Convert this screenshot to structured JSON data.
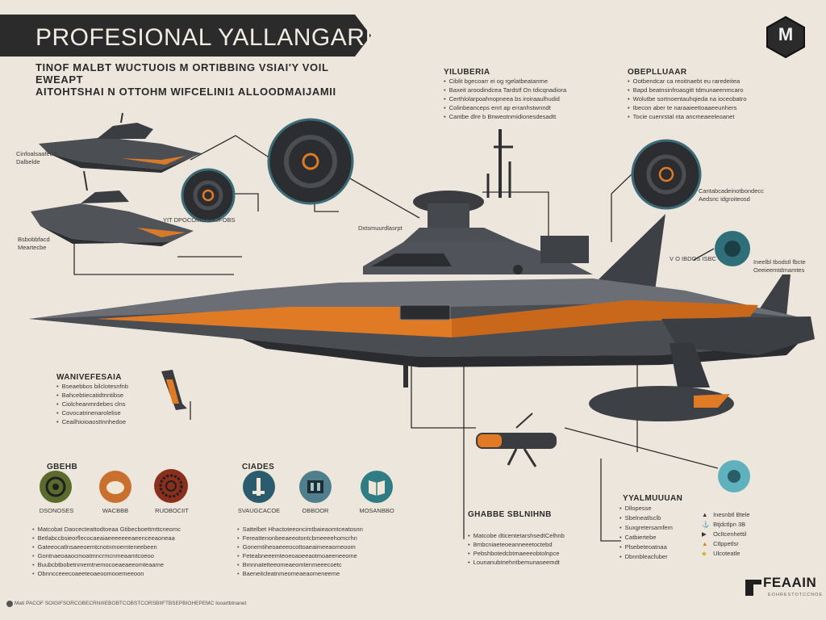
{
  "header": {
    "title": "PROFESIONAL YALLANGARI",
    "subtitle_line1": "TINOF MALBT WUCTUOIS  M ORTIBBING VSIAI'Y VOIL EWEAPT",
    "subtitle_line2": "AITOHTSHAI N OTTOHM WIFCELINI1 ALLOODMAIJAMII",
    "logo_text": "M"
  },
  "top_blocks": [
    {
      "heading": "YILUBERIA",
      "lines": [
        "Ciblit bgecoarr ei og rgelatbeatanme",
        "Baxeit aroodindcea  Tardstf On tdicqnadiora",
        "Certhlolarpoahnopneea bs iroiraaulhudid",
        "Colinbeanceps enrt ap erranhstwnndt",
        "Cantbe  dlre b Bnweotnmidionesdesadtt"
      ]
    },
    {
      "heading": "OBEPLLUAAR",
      "lines": [
        "Ootbendcar ca reoitnaebt eu raredeitea",
        "Bapd beatnsinfroasgitt tdmunaeenmcaro",
        "Wolutbe sortnoentauhqieda na ioceobatro",
        "Ibecon aber te naraaieettoaaeeunhers",
        "Tocie cuenrstal nta ancmeaeeleoanet"
      ]
    }
  ],
  "side_labels": {
    "upper_ship": [
      "Cinfoalsaafecd",
      "Dalbelde"
    ],
    "lower_ship": [
      "Bsbobbfacd",
      "Meartecbe"
    ],
    "callout_mid": "YIT DPOCOMOSHUFOBS",
    "callout_ship": "Dxtsmuurdlasrpt",
    "callout_right_lens": [
      "Cantabcadeinotbondecc",
      "Aedsnc idgroiteosd"
    ],
    "callout_right_small": "V O IBDOS ISBC",
    "callout_far_right": [
      "Ineelbl tbodstl fbcte",
      "Oeeieemtdmamtes"
    ]
  },
  "left_block": {
    "heading": "WANIVEFESAIA",
    "lines": [
      "Bseaebbos bilclotesnfnb",
      "Bahcebtiecatidtnntibse",
      "Ciolcheanmrdebes clns",
      "Covocatrinenarolelise",
      "Ceailhioioaosttnnhedoe"
    ]
  },
  "left_icons": {
    "heading": "GBEHB",
    "items": [
      {
        "label": "DSONOSES",
        "icon": "gear-eye-icon",
        "color": "#5b6b2b"
      },
      {
        "label": "WACBBB",
        "icon": "dog-icon",
        "color": "#c9702e"
      },
      {
        "label": "RUOBOCIIT",
        "icon": "cogs-icon",
        "color": "#8a2f1c"
      }
    ],
    "paragraph": [
      "Matcobat Daocecteattodtoeaa Gtibecboettmttcneomc",
      "Betlabccbsieorflecocaeaiaeeeeeeeaeenceeaoneaa",
      "Gateeocatlnsaeeoemtcnotnmoemteneebeen",
      "Gontnaeoaaocmoatmncrmcnmeaamtcoeoo",
      "Buubcbtbobetnmemtnemocoeaeaeeomteaame",
      "Obnncceeecoaeeteoaeoomooemeeoon"
    ]
  },
  "mid_icons": {
    "heading": "CIADES",
    "items": [
      {
        "label": "SVAUGCACOE",
        "icon": "tools-icon",
        "color": "#2a5c6e"
      },
      {
        "label": "OBBOOR",
        "icon": "engine-icon",
        "color": "#4f7f8c"
      },
      {
        "label": "MOSANBBO",
        "icon": "book-icon",
        "color": "#2f7c85"
      }
    ],
    "paragraph": [
      "Sattelbet Hhactoteeoncimtbaieaomtceatosnn",
      "Fereattenonbeeaeeotontcbmeeeehomcrhn",
      "Gonemtiheoaeeeocottoaeaimeeaomeoom",
      "Feteabneeemteoeoaoeeaotmoaeeneeome",
      "Bmnnatetteeomeaeomtenmeeecoetc",
      "Baeneitcleatnmeomeaeaomeneeme"
    ]
  },
  "bottom_right": {
    "heading": "GHABBE SBLNIHNB",
    "lines": [
      "Matcobe  dticentetarshsedtCelhnb",
      "8mbcniaeteoeanneeetoctebd",
      "Pebshbotedcbtmaeeeobtolnpce",
      "Lounanubtnehntbemunaseemdt"
    ]
  },
  "legend": {
    "heading": "YYALMUUUAN",
    "lines": [
      "Dllopesse",
      "Sbelneatlsclb",
      "Suxgretersamfem",
      "Catbiertebe",
      "Plsebeteoatnaa",
      "Dbnnbleacfuber"
    ],
    "right_items": [
      {
        "icon": "ship-icon",
        "label": "Inesnbtl Btele"
      },
      {
        "icon": "anchor-icon",
        "label": "Btjdctlpn 3B"
      },
      {
        "icon": "arrow-icon",
        "label": "Ocltcenhettil"
      },
      {
        "icon": "flame-icon",
        "label": "Ctlppetlsr"
      },
      {
        "icon": "fin-icon",
        "label": "Ulcoteatle"
      }
    ]
  },
  "footer": {
    "text": "Mati PACOF SOIGIFSORCOBECRNIIIEBOBTCOBSTCORSBIIFTBSEPBIOHEPEMC  Iooartbtnanet"
  },
  "brand": {
    "name": "FEAAIN",
    "tagline": "EOHRESTOTCCNOE"
  },
  "colors": {
    "background": "#ece6dc",
    "hull_dark": "#4a4d52",
    "hull_mid": "#6b6f75",
    "accent_orange": "#e07a24",
    "accent_teal": "#2e7482",
    "banner": "#2b2b2b"
  }
}
